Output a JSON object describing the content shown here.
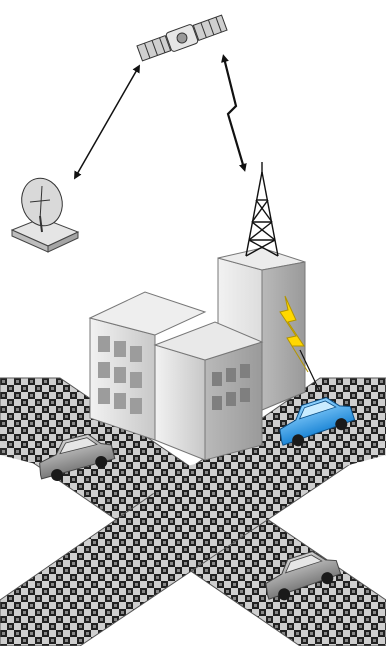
{
  "diagram": {
    "elements": [
      {
        "id": "satellite",
        "icon": "satellite-icon"
      },
      {
        "id": "satellite-dish",
        "icon": "satellite-dish-icon"
      },
      {
        "id": "radio-tower",
        "icon": "radio-tower-icon"
      },
      {
        "id": "office-buildings",
        "icon": "building-icon"
      },
      {
        "id": "blue-car",
        "icon": "car-icon",
        "color": "#2d9ee8"
      },
      {
        "id": "gray-car-left",
        "icon": "car-icon",
        "color": "#9a9a9a"
      },
      {
        "id": "gray-car-bottom",
        "icon": "car-icon",
        "color": "#9a9a9a"
      },
      {
        "id": "crossing-roads",
        "icon": "road-icon"
      }
    ],
    "links": [
      {
        "from": "satellite-dish",
        "to": "satellite",
        "style": "double-arrow"
      },
      {
        "from": "satellite",
        "to": "radio-tower",
        "style": "zigzag-double-arrow"
      },
      {
        "from": "radio-tower",
        "to": "blue-car",
        "style": "lightning-bolt",
        "color": "#ffd800"
      }
    ]
  }
}
